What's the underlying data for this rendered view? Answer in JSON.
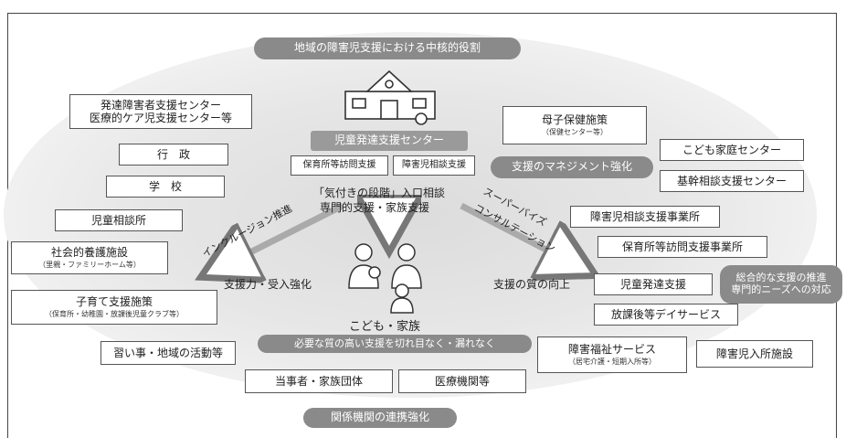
{
  "header": {
    "title": "地域の障害児支援における中核的役割"
  },
  "center": {
    "title": "児童発達支援センター",
    "sub_left": "保育所等訪問支援",
    "sub_right": "障害児相談支援",
    "main_line1": "「気付きの段階」入口相談",
    "main_line2": "専門的支援・家族支援"
  },
  "family_label": "こども・家族",
  "left_arrow_label": "インクルージョン推進",
  "right_arrow_label_line1": "スーパーバイズ",
  "right_arrow_label_line2": "コンサルテーション",
  "left_text": "支援力・受入強化",
  "right_text": "支援の質の向上",
  "management_label": "支援のマネジメント強化",
  "bottom_bar": "必要な質の高い支援を切れ目なく・漏れなく",
  "bottom_label": "関係機関の連携強化",
  "comprehensive_label_line1": "総合的な支援の推進",
  "comprehensive_label_line2": "専門的ニーズへの対応",
  "left_boxes": {
    "hattatsu_line1": "発達障害者支援センター",
    "hattatsu_line2": "医療的ケア児支援センター等",
    "gyosei": "行　政",
    "gakko": "学　校",
    "jidou_soudan": "児童相談所",
    "shakai_name": "社会的養護施設",
    "shakai_sub": "（里親・ファミリーホーム等）",
    "kosodate_name": "子育て支援施策",
    "kosodate_sub": "（保育所・幼稚園・放課後児童クラブ等）",
    "naraigoto": "習い事・地域の活動等"
  },
  "right_boxes": {
    "boshi_name": "母子保健施策",
    "boshi_sub": "（保健センター等）",
    "kodomo_katei": "こども家庭センター",
    "kikan_soudan": "基幹相談支援センター",
    "shougaiji_soudan": "障害児相談支援事業所",
    "hoikusho_houmon": "保育所等訪問支援事業所",
    "jidou_hattatsu": "児童発達支援",
    "houkago": "放課後等デイサービス",
    "fukushi_name": "障害福祉サービス",
    "fukushi_sub": "（居宅介護・短期入所等）",
    "nyusho": "障害児入所施設"
  },
  "bottom_boxes": {
    "tojisha": "当事者・家族団体",
    "iryo": "医療機関等"
  },
  "colors": {
    "pill": "#8a8a8a",
    "border": "#555555"
  }
}
